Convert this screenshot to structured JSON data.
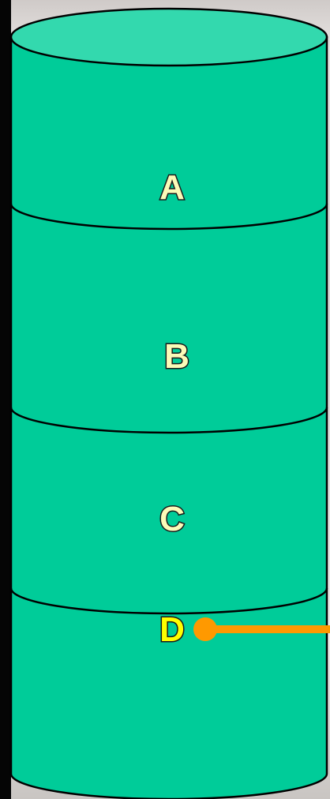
{
  "diagram": {
    "segments": [
      {
        "label": "A",
        "color": "#fbfbb8"
      },
      {
        "label": "B",
        "color": "#fbfbb8"
      },
      {
        "label": "C",
        "color": "#fbfbb8"
      },
      {
        "label": "D",
        "color": "#ffff00"
      }
    ],
    "cylinder_fill": "#00cc99",
    "cylinder_top_fill": "#33d9ae",
    "pointer_color": "#ff9900"
  }
}
